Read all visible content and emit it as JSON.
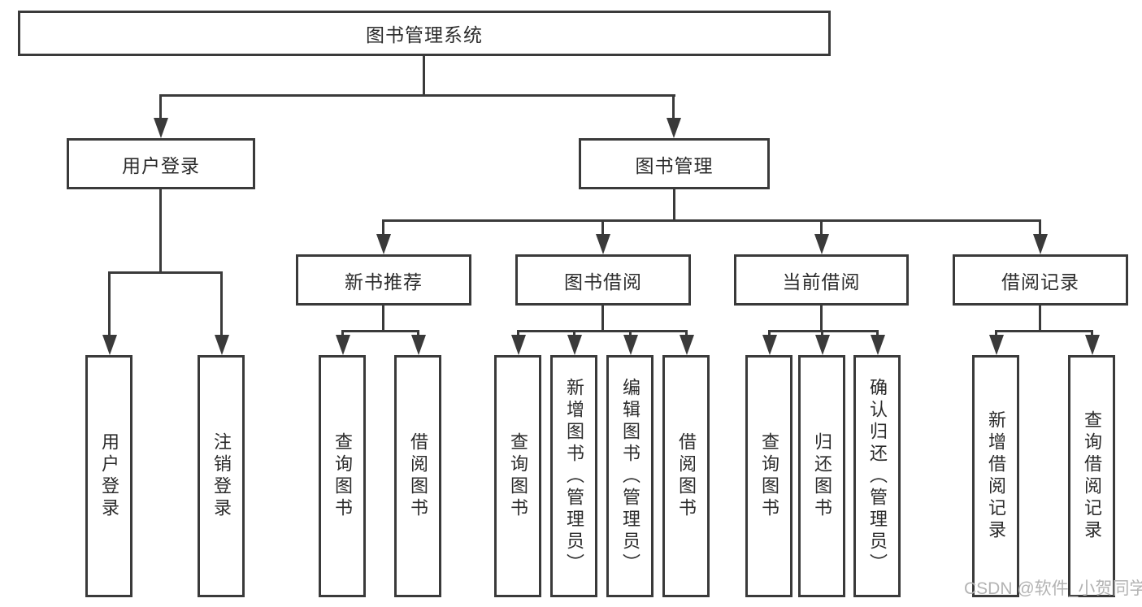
{
  "diagram": {
    "type": "hierarchy-tree",
    "title": "图书管理系统",
    "colors": {
      "line": "#3a3a3a",
      "text": "#2b2b2b",
      "background": "#ffffff",
      "watermark": "#b3b3b3"
    },
    "nodes": {
      "root": {
        "label": "图书管理系统"
      },
      "user_login": {
        "label": "用户登录",
        "children": [
          {
            "label": "用户登录"
          },
          {
            "label": "注销登录"
          }
        ]
      },
      "book_mgmt": {
        "label": "图书管理"
      },
      "new_book_rec": {
        "label": "新书推荐",
        "children": [
          {
            "label": "查询图书"
          },
          {
            "label": "借阅图书"
          }
        ]
      },
      "book_borrow": {
        "label": "图书借阅",
        "children": [
          {
            "label": "查询图书"
          },
          {
            "label": "新增图书（管理员）"
          },
          {
            "label": "编辑图书（管理员）"
          },
          {
            "label": "借阅图书"
          }
        ]
      },
      "current_borrow": {
        "label": "当前借阅",
        "children": [
          {
            "label": "查询图书"
          },
          {
            "label": "归还图书"
          },
          {
            "label": "确认归还（管理员）"
          }
        ]
      },
      "borrow_records": {
        "label": "借阅记录",
        "children": [
          {
            "label": "新增借阅记录"
          },
          {
            "label": "查询借阅记录"
          }
        ]
      }
    },
    "watermark": "CSDN @软件_小贺同学"
  }
}
